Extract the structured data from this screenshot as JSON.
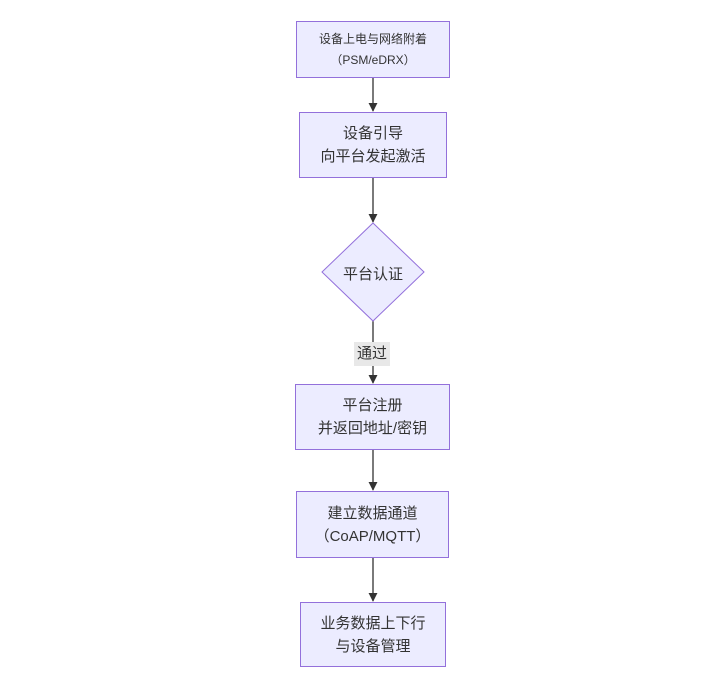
{
  "diagram": {
    "type": "flowchart",
    "direction": "top-down",
    "nodes": [
      {
        "id": "power-attach",
        "shape": "rect",
        "lines": [
          "设备上电与网络附着",
          "（PSM/eDRX）"
        ]
      },
      {
        "id": "bootstrap",
        "shape": "rect",
        "lines": [
          "设备引导",
          "向平台发起激活"
        ]
      },
      {
        "id": "platform-auth",
        "shape": "diamond",
        "lines": [
          "平台认证"
        ]
      },
      {
        "id": "platform-register",
        "shape": "rect",
        "lines": [
          "平台注册",
          "并返回地址/密钥"
        ]
      },
      {
        "id": "data-channel",
        "shape": "rect",
        "lines": [
          "建立数据通道",
          "（CoAP/MQTT）"
        ]
      },
      {
        "id": "business-data",
        "shape": "rect",
        "lines": [
          "业务数据上下行",
          "与设备管理"
        ]
      }
    ],
    "edges": [
      {
        "from": "power-attach",
        "to": "bootstrap",
        "label": ""
      },
      {
        "from": "bootstrap",
        "to": "platform-auth",
        "label": ""
      },
      {
        "from": "platform-auth",
        "to": "platform-register",
        "label": "通过"
      },
      {
        "from": "platform-register",
        "to": "data-channel",
        "label": ""
      },
      {
        "from": "data-channel",
        "to": "business-data",
        "label": ""
      }
    ],
    "colors": {
      "node_fill": "#ECECFF",
      "node_border": "#9370DB",
      "edge_line": "#333333",
      "edge_label_bg": "#e8e8e8",
      "text": "#333333",
      "background": "#ffffff"
    }
  }
}
